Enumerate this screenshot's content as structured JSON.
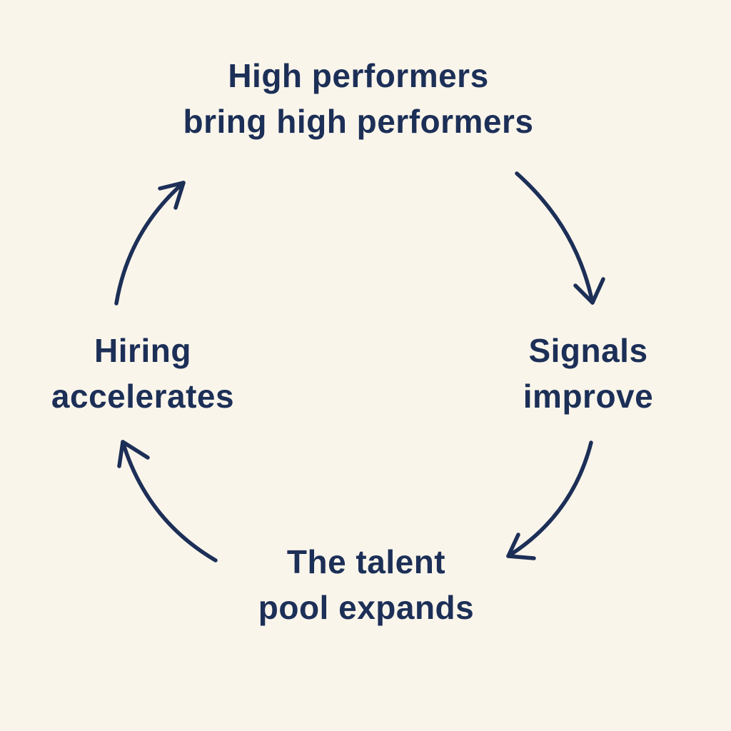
{
  "colors": {
    "background": "#faf5eb",
    "ink": "#1c2f57"
  },
  "diagram": {
    "nodes": {
      "top": {
        "line1": "High performers",
        "line2": "bring high performers"
      },
      "right": {
        "line1": "Signals",
        "line2": "improve"
      },
      "bottom": {
        "line1": "The talent",
        "line2": "pool expands"
      },
      "left": {
        "line1": "Hiring",
        "line2": "accelerates"
      }
    }
  }
}
